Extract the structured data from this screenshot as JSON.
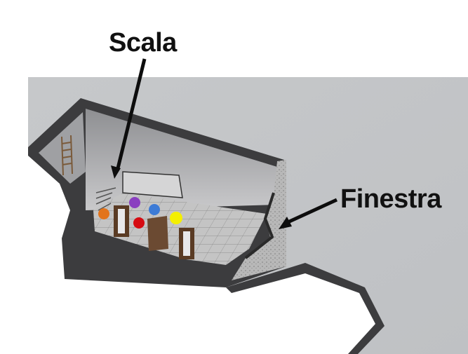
{
  "labels": {
    "scala": "Scala",
    "finestra": "Finestra"
  },
  "markers": [
    {
      "name": "orange-marker",
      "color": "#e2741c"
    },
    {
      "name": "purple-marker",
      "color": "#8a3fc0"
    },
    {
      "name": "blue-marker",
      "color": "#3d7bd6"
    },
    {
      "name": "red-marker",
      "color": "#d60b12"
    },
    {
      "name": "yellow-marker",
      "color": "#f4ef00"
    }
  ],
  "colors": {
    "background": "#c2c4c6",
    "wall": "#3c3c3e",
    "floor": "#bdbdbd",
    "arrow": "#0d0d0d"
  }
}
